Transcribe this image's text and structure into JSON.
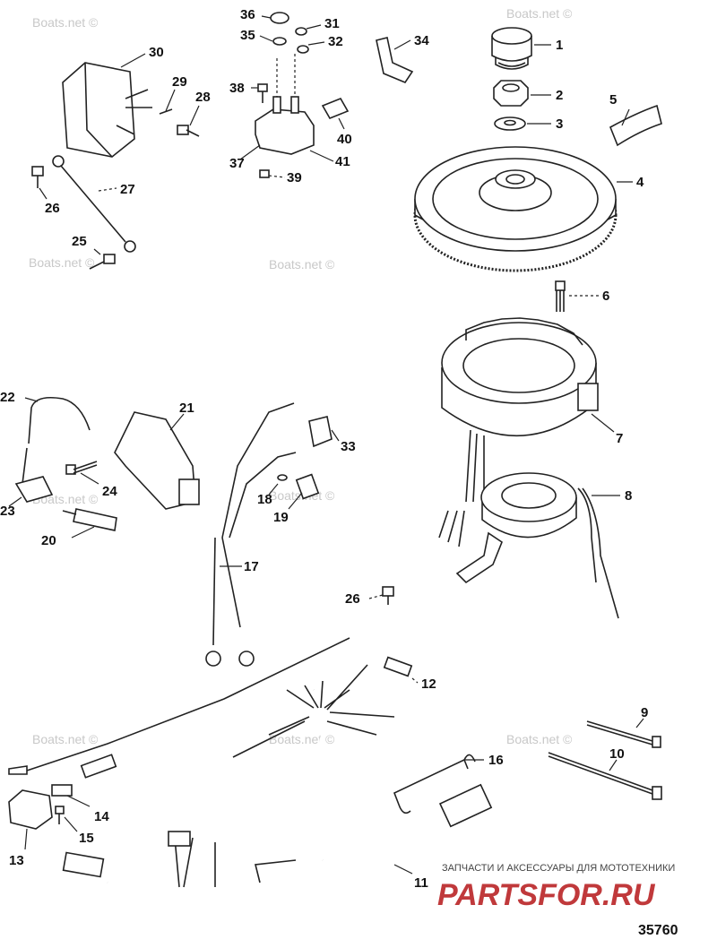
{
  "watermark": "Boats.net ©",
  "drawing_number": "35760",
  "footer": {
    "caption": "ЗАПЧАСТИ И АКСЕССУАРЫ ДЛЯ МОТОТЕХНИКИ",
    "logo": "PARTSFOR.RU"
  },
  "callouts": [
    "1",
    "2",
    "3",
    "4",
    "5",
    "6",
    "7",
    "8",
    "9",
    "10",
    "11",
    "12",
    "13",
    "14",
    "15",
    "16",
    "17",
    "18",
    "19",
    "20",
    "21",
    "22",
    "23",
    "24",
    "25",
    "26",
    "26",
    "27",
    "28",
    "29",
    "30",
    "31",
    "32",
    "33",
    "34",
    "35",
    "36",
    "37",
    "38",
    "39",
    "40",
    "41"
  ]
}
